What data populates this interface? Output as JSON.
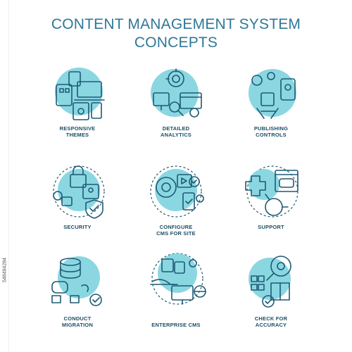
{
  "title_line1": "CONTENT MANAGEMENT SYSTEM",
  "title_line2": "CONCEPTS",
  "side_text": "548494284",
  "concepts": [
    {
      "label_1": "RESPONSIVE",
      "label_2": "THEMES",
      "icon": "devices-icon"
    },
    {
      "label_1": "DETAILED",
      "label_2": "ANALYTICS",
      "icon": "analytics-icon"
    },
    {
      "label_1": "PUBLISHING",
      "label_2": "CONTROLS",
      "icon": "publishing-icon"
    },
    {
      "label_1": "SECURITY",
      "label_2": "",
      "icon": "security-icon"
    },
    {
      "label_1": "CONFIGURE",
      "label_2": "CMS FOR SITE",
      "icon": "configure-icon"
    },
    {
      "label_1": "SUPPORT",
      "label_2": "",
      "icon": "support-icon"
    },
    {
      "label_1": "CONDUCT",
      "label_2": "MIGRATION",
      "icon": "migration-icon"
    },
    {
      "label_1": "ENTERPRISE CMS",
      "label_2": "",
      "icon": "enterprise-icon"
    },
    {
      "label_1": "CHECK FOR",
      "label_2": "ACCURACY",
      "icon": "accuracy-icon"
    }
  ],
  "colors": {
    "accent": "#8ad7e2",
    "stroke": "#1e5a74",
    "title": "#2f7797"
  }
}
